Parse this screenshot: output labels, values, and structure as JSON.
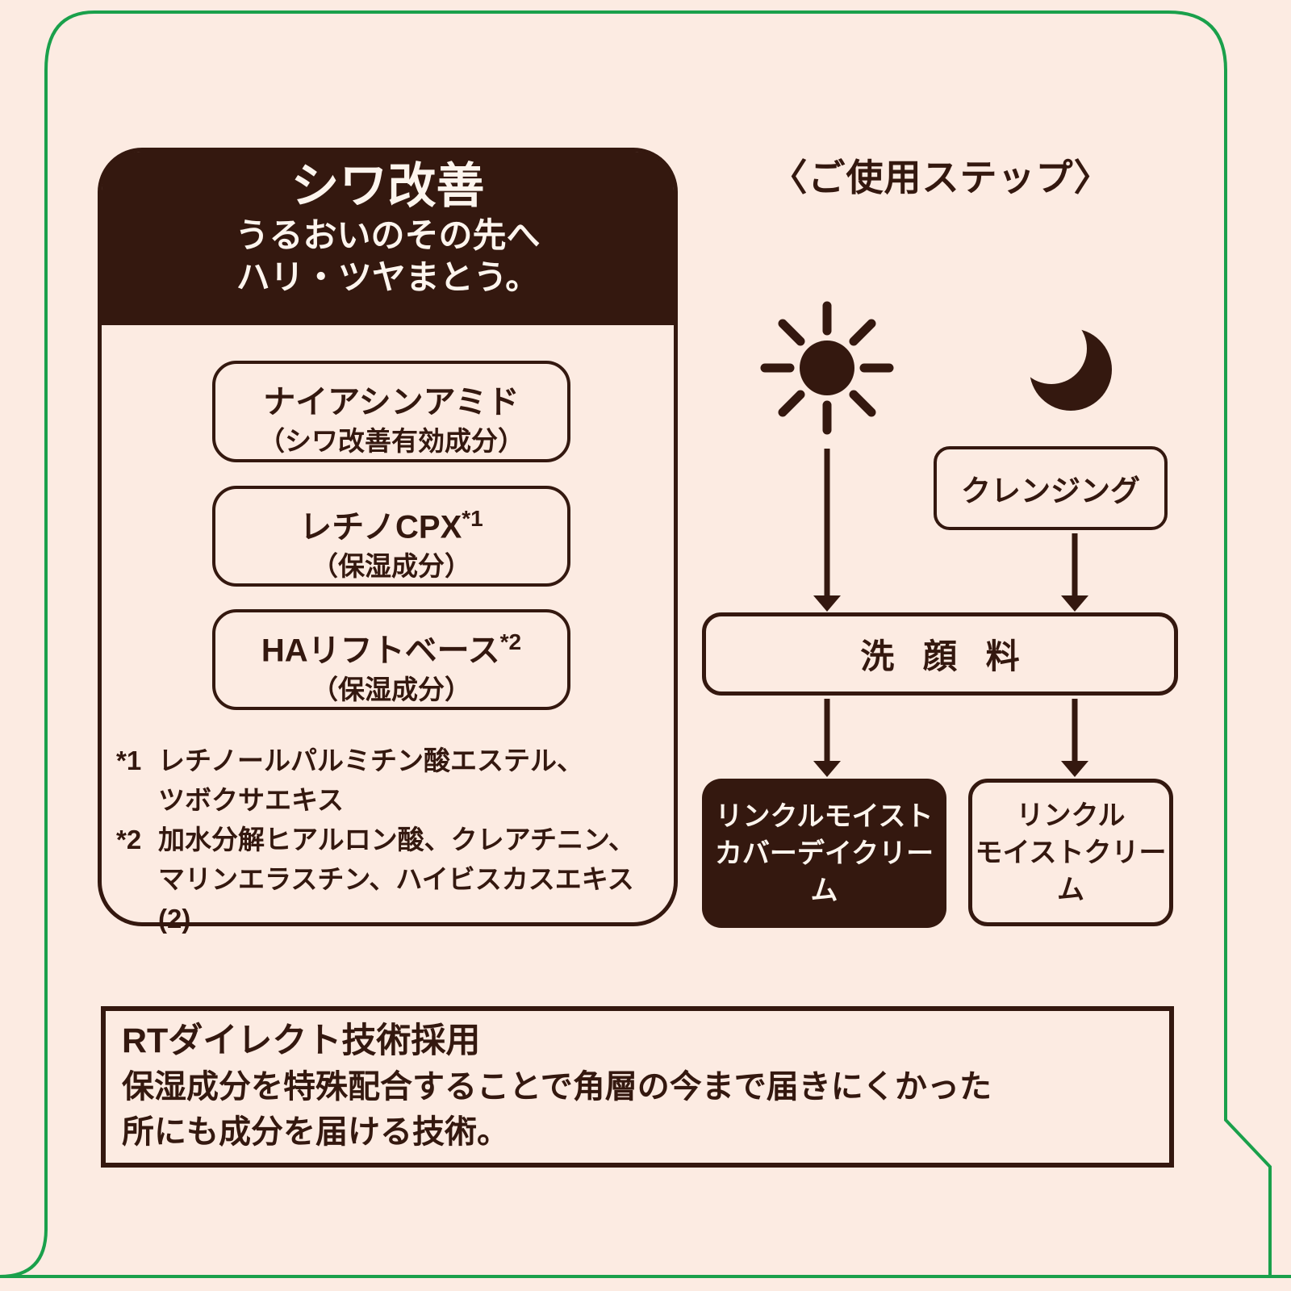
{
  "colors": {
    "background": "#fcebe2",
    "dark_brown": "#34180f",
    "frame_green": "#1aa04b",
    "light_text": "#fdf5ee"
  },
  "panel": {
    "title": "シワ改善",
    "subtitle_line1": "うるおいのその先へ",
    "subtitle_line2": "ハリ・ツヤまとう。",
    "ingredients": [
      {
        "name": "ナイアシンアミド",
        "sup": "",
        "note": "（シワ改善有効成分）"
      },
      {
        "name": "レチノCPX",
        "sup": "*1",
        "note": "（保湿成分）"
      },
      {
        "name": "HAリフトベース",
        "sup": "*2",
        "note": "（保湿成分）"
      }
    ],
    "footnotes": [
      {
        "marker": "*1",
        "line1": "レチノールパルミチン酸エステル、",
        "line2": "ツボクサエキス"
      },
      {
        "marker": "*2",
        "line1": "加水分解ヒアルロン酸、クレアチニン、",
        "line2": "マリンエラスチン、ハイビスカスエキス(2)"
      }
    ]
  },
  "steps": {
    "heading": "〈ご使用ステップ〉",
    "day_icon": "sun-icon",
    "night_icon": "moon-icon",
    "cleansing_label": "クレンジング",
    "facewash_label": "洗顔料",
    "day_product_line1": "リンクルモイスト",
    "day_product_line2": "カバーデイクリーム",
    "night_product_line1": "リンクル",
    "night_product_line2": "モイストクリーム"
  },
  "technology": {
    "title": "RTダイレクト技術採用",
    "body_line1": "保湿成分を特殊配合することで角層の今まで届きにくかった",
    "body_line2": "所にも成分を届ける技術。"
  }
}
